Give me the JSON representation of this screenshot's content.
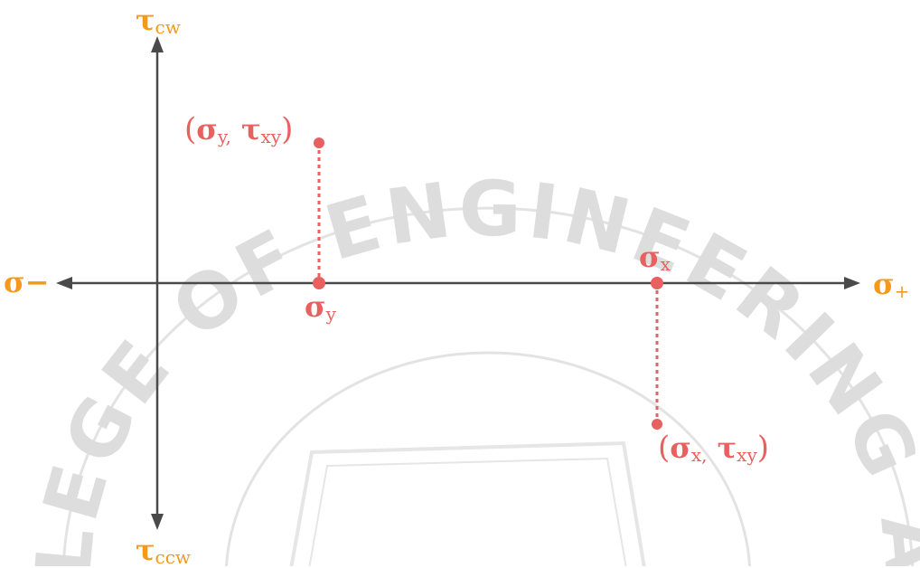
{
  "watermark": {
    "arc_text": "LEGE OF ENGINEERING AND TE"
  },
  "axes": {
    "tau_cw": {
      "symbol": "τ",
      "sub": "cw"
    },
    "tau_ccw": {
      "symbol": "τ",
      "sub": "ccw"
    },
    "sigma_neg": {
      "symbol": "σ",
      "sign": "−"
    },
    "sigma_pos": {
      "symbol": "σ",
      "sub": "+"
    }
  },
  "points": {
    "sigma_y_tau": {
      "open": "(",
      "s1": "σ",
      "s1_sub": "y,",
      "s2": "τ",
      "s2_sub": "xy",
      "close": ")"
    },
    "sigma_x_tau": {
      "open": "(",
      "s1": "σ",
      "s1_sub": "x,",
      "s2": "τ",
      "s2_sub": "xy",
      "close": ")"
    },
    "sigma_x": {
      "symbol": "σ",
      "sub": "x"
    },
    "sigma_y": {
      "symbol": "σ",
      "sub": "y"
    }
  },
  "colors": {
    "axis": "#4a4a4a",
    "axis_label": "#f39a1e",
    "point": "#e8605f",
    "watermark": "#d9d9d9"
  }
}
